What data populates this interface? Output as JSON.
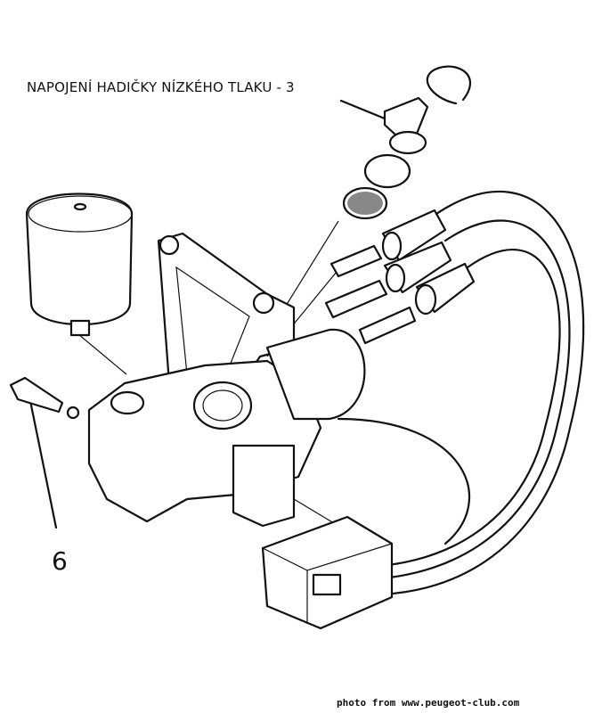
{
  "labels": {
    "low_pressure_hose": "NAPOJENÍ HADIČKY NÍZKÉHO TLAKU - 3",
    "part_6": "6"
  },
  "credit": "photo from www.peugeot-club.com",
  "colors": {
    "ink": "#111111",
    "paper": "#ffffff"
  }
}
